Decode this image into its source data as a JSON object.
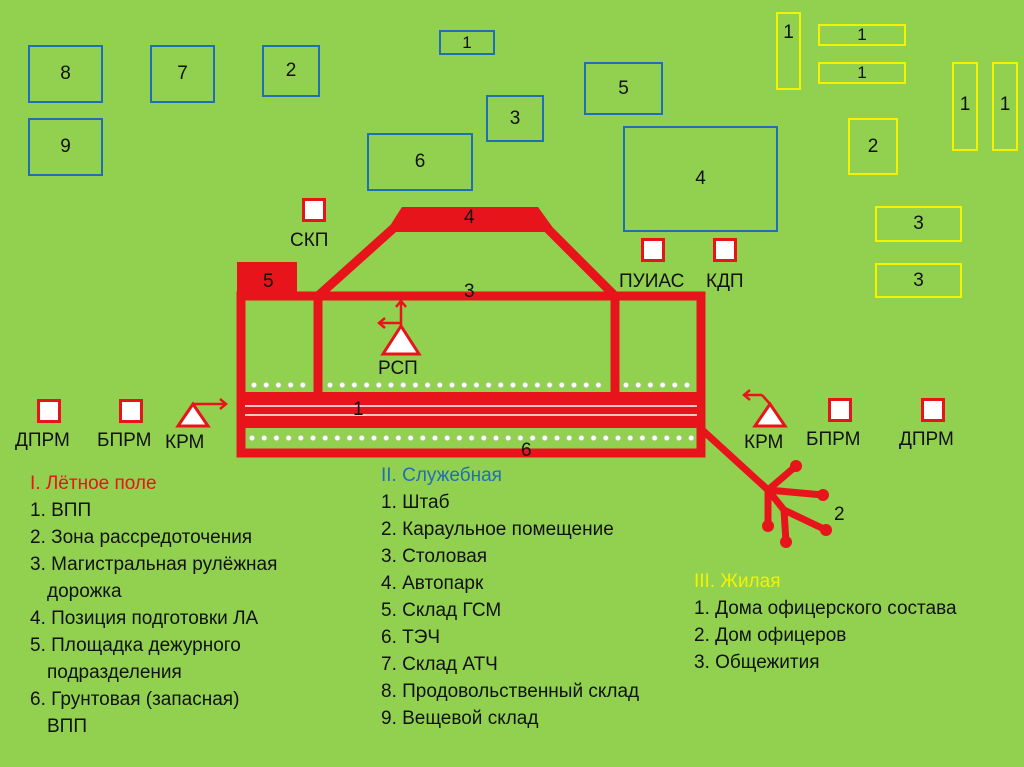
{
  "service_buildings": [
    {
      "num": "8"
    },
    {
      "num": "7"
    },
    {
      "num": "2"
    },
    {
      "num": "1"
    },
    {
      "num": "9"
    },
    {
      "num": "3"
    },
    {
      "num": "5"
    },
    {
      "num": "6"
    },
    {
      "num": "4"
    }
  ],
  "residential_buildings": [
    {
      "num": "1"
    },
    {
      "num": "1"
    },
    {
      "num": "1"
    },
    {
      "num": "1"
    },
    {
      "num": "1"
    },
    {
      "num": "2"
    },
    {
      "num": "3"
    },
    {
      "num": "3"
    }
  ],
  "airfield_labels": {
    "prep_position": "4",
    "duty_area": "5",
    "taxiway": "3",
    "runway": "1",
    "dirt_runway": "6",
    "dispersal": "2"
  },
  "stations": {
    "skp": "СКП",
    "puias": "ПУИАС",
    "kdp": "КДП",
    "rsp": "РСП",
    "dprm_left": "ДПРМ",
    "bprm_left": "БПРМ",
    "krm_left": "КРМ",
    "krm_right": "КРМ",
    "bprm_right": "БПРМ",
    "dprm_right": "ДПРМ"
  },
  "colors": {
    "background": "#92d050",
    "airfield": "#e8141b",
    "service": "#1f6fb5",
    "residential": "#f3f300"
  },
  "legend_airfield": {
    "title": "I. Лётное поле",
    "items": [
      "1. ВПП",
      "2. Зона рассредоточения",
      "3. Магистральная рулёжная",
      "дорожка",
      "4. Позиция подготовки ЛА",
      "5. Площадка дежурного",
      "подразделения",
      "6. Грунтовая (запасная)",
      "ВПП"
    ]
  },
  "legend_service": {
    "title": "II. Служебная",
    "items": [
      "1. Штаб",
      "2. Караульное помещение",
      "3. Столовая",
      "4. Автопарк",
      "5. Склад ГСМ",
      "6. ТЭЧ",
      "7. Склад АТЧ",
      "8. Продовольственный склад",
      "9. Вещевой склад"
    ]
  },
  "legend_residential": {
    "title": "III. Жилая",
    "items": [
      "1. Дома офицерского состава",
      "2. Дом офицеров",
      "3. Общежития"
    ]
  }
}
